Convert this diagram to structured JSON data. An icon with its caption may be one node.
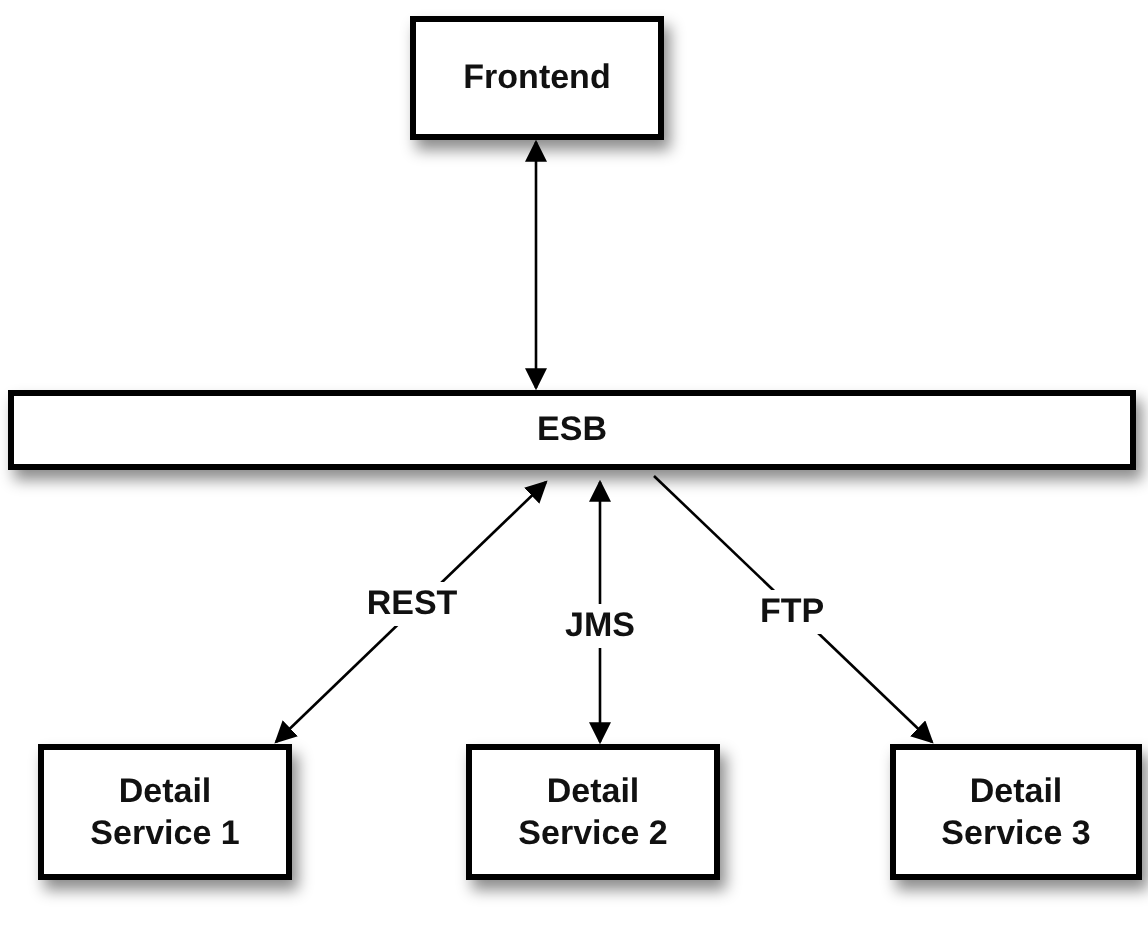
{
  "diagram": {
    "nodes": [
      {
        "text": [
          "Frontend"
        ]
      },
      {
        "text": [
          "ESB"
        ]
      },
      {
        "text": [
          "Detail Service 1"
        ]
      },
      {
        "text": [
          "Detail Service 2"
        ]
      },
      {
        "text": [
          "Detail Service 3"
        ]
      }
    ],
    "edges": [
      {
        "from": 0,
        "to": 1,
        "arrow": "both"
      },
      {
        "from": 1,
        "to": 2,
        "arrow": "both",
        "label": "REST"
      },
      {
        "from": 1,
        "to": 3,
        "arrow": "both",
        "label": "JMS"
      },
      {
        "from": 1,
        "to": 4,
        "arrow": "to",
        "label": "FTP"
      }
    ]
  }
}
